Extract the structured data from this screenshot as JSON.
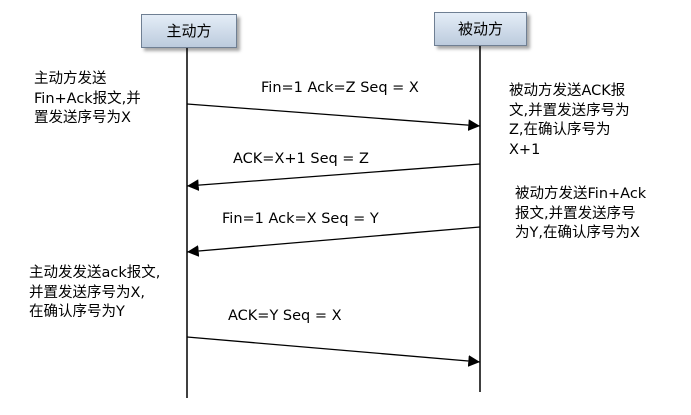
{
  "participants": {
    "initiator": "主动方",
    "receiver": "被动方"
  },
  "messages": [
    {
      "from": "initiator",
      "to": "receiver",
      "label": "Fin=1 Ack=Z Seq = X"
    },
    {
      "from": "receiver",
      "to": "initiator",
      "label": "ACK=X+1 Seq = Z"
    },
    {
      "from": "receiver",
      "to": "initiator",
      "label": "Fin=1 Ack=X Seq = Y"
    },
    {
      "from": "initiator",
      "to": "receiver",
      "label": "ACK=Y Seq = X"
    }
  ],
  "notes": {
    "note1": [
      "主动方发送",
      "Fin+Ack报文,并",
      "置发送序号为X"
    ],
    "note2": [
      "被动方发送ACK报",
      "文,并置发送序号为",
      "Z,在确认序号为",
      "X+1"
    ],
    "note3": [
      "被动方发送Fin+Ack",
      "报文,并置发送序号",
      "为Y,在确认序号为X"
    ],
    "note4": [
      "主动发发送ack报文,",
      "并置发送序号为X,",
      "在确认序号为Y"
    ]
  },
  "colors": {
    "box_border": "#6f7f93",
    "box_fill_top": "#e4edf7",
    "box_fill_bottom": "#bccbdd",
    "line": "#000000"
  }
}
